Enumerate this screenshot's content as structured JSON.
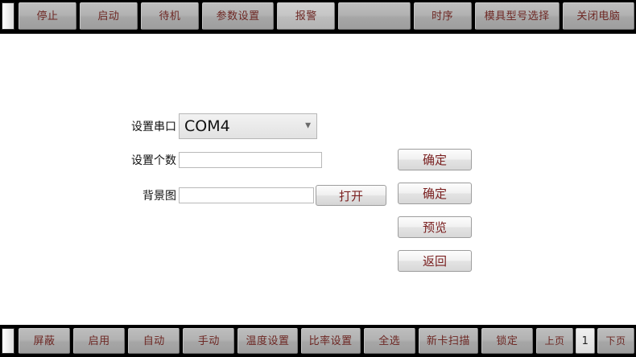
{
  "top_toolbar": {
    "buttons": [
      {
        "label": "停止",
        "size": "w-sm",
        "active": false
      },
      {
        "label": "启动",
        "size": "w-sm",
        "active": false
      },
      {
        "label": "待机",
        "size": "w-sm",
        "active": false
      },
      {
        "label": "参数设置",
        "size": "w-md",
        "active": false
      },
      {
        "label": "报警",
        "size": "w-sm",
        "active": true
      },
      {
        "label": "",
        "size": "w-md",
        "active": false
      },
      {
        "label": "时序",
        "size": "w-sm",
        "active": false
      },
      {
        "label": "模具型号选择",
        "size": "w-lg",
        "active": false
      },
      {
        "label": "关闭电脑",
        "size": "w-md",
        "active": false
      }
    ]
  },
  "form": {
    "serial_port": {
      "label": "设置串口",
      "value": "COM4",
      "caret": "chevron-down"
    },
    "count": {
      "label": "设置个数",
      "value": "",
      "placeholder": ""
    },
    "background_image": {
      "label": "背景图",
      "value": "",
      "placeholder": "",
      "open_label": "打开"
    }
  },
  "actions": {
    "buttons": [
      {
        "label": "确定",
        "name": "confirm-serial-button"
      },
      {
        "label": "确定",
        "name": "confirm-count-button"
      },
      {
        "label": "预览",
        "name": "preview-button"
      },
      {
        "label": "返回",
        "name": "back-button"
      }
    ]
  },
  "bottom_toolbar": {
    "buttons": [
      {
        "label": "屏蔽",
        "size": "w-sm",
        "kind": "normal"
      },
      {
        "label": "启用",
        "size": "w-sm",
        "kind": "normal"
      },
      {
        "label": "自动",
        "size": "w-sm",
        "kind": "normal"
      },
      {
        "label": "手动",
        "size": "w-sm",
        "kind": "normal"
      },
      {
        "label": "温度设置",
        "size": "w-md",
        "kind": "normal"
      },
      {
        "label": "比率设置",
        "size": "w-md",
        "kind": "normal"
      },
      {
        "label": "全选",
        "size": "w-sm",
        "kind": "normal"
      },
      {
        "label": "新卡扫描",
        "size": "w-md",
        "kind": "normal"
      },
      {
        "label": "锁定",
        "size": "w-sm",
        "kind": "normal"
      },
      {
        "label": "上页",
        "size": "w-xs",
        "kind": "normal"
      },
      {
        "label": "1",
        "size": "w-xs",
        "kind": "page"
      },
      {
        "label": "下页",
        "size": "w-xs",
        "kind": "normal"
      }
    ]
  },
  "colors": {
    "toolbar_bg": "#000000",
    "button_face": "#b2b2b2",
    "button_text": "#6d2723",
    "dialog_button_text": "#7a1f1f",
    "content_bg": "#ffffff"
  }
}
